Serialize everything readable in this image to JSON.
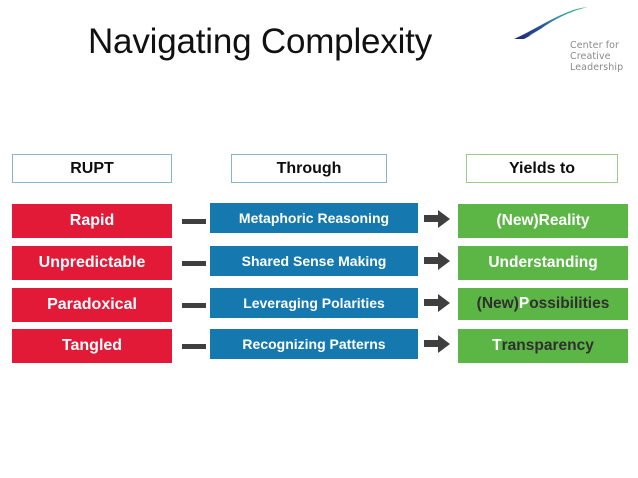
{
  "slide": {
    "title": "Navigating Complexity",
    "background_color": "#ffffff"
  },
  "logo": {
    "name": "center-for-creative-leadership-logo",
    "line1": "Center for",
    "line2": "Creative",
    "line3": "Leadership",
    "mark_color_start": "#20307a",
    "mark_color_end": "#3fae9a",
    "text_color": "#8a8a8a"
  },
  "columns": [
    {
      "key": "rupt",
      "header": "RUPT",
      "border_color": "#89b4cf"
    },
    {
      "key": "through",
      "header": "Through",
      "border_color": "#89b4cf"
    },
    {
      "key": "yields",
      "header": "Yields to",
      "border_color": "#9ccb8e"
    }
  ],
  "colors": {
    "red": "#e21a37",
    "blue": "#1579b0",
    "green": "#5cb646",
    "connector": "#3f3f3f",
    "title": "#111111"
  },
  "rows": [
    {
      "rupt": "Rapid",
      "through": "Metaphoric Reasoning",
      "yields_prefix": "(New) ",
      "yields_initial": "R",
      "yields_rest": "eality",
      "yields_full": "(New) Reality",
      "yields_style": "all-white",
      "connector": "dash",
      "arrow": "arrow-right"
    },
    {
      "rupt": "Unpredictable",
      "through": "Shared Sense Making",
      "yields_prefix": "",
      "yields_initial": "U",
      "yields_rest": "nderstanding",
      "yields_full": "Understanding",
      "yields_style": "all-white",
      "connector": "dash",
      "arrow": "arrow-right"
    },
    {
      "rupt": "Paradoxical",
      "through": "Leveraging Polarities",
      "yields_prefix": "(New) ",
      "yields_initial": "P",
      "yields_rest": "ossibilities",
      "yields_full": "(New) Possibilities",
      "yields_style": "dark",
      "connector": "dash",
      "arrow": "arrow-right"
    },
    {
      "rupt": "Tangled",
      "through": "Recognizing Patterns",
      "yields_prefix": "",
      "yields_initial": "T",
      "yields_rest": "ransparency",
      "yields_full": "Transparency",
      "yields_style": "dark",
      "connector": "dash",
      "arrow": "arrow-right"
    }
  ]
}
